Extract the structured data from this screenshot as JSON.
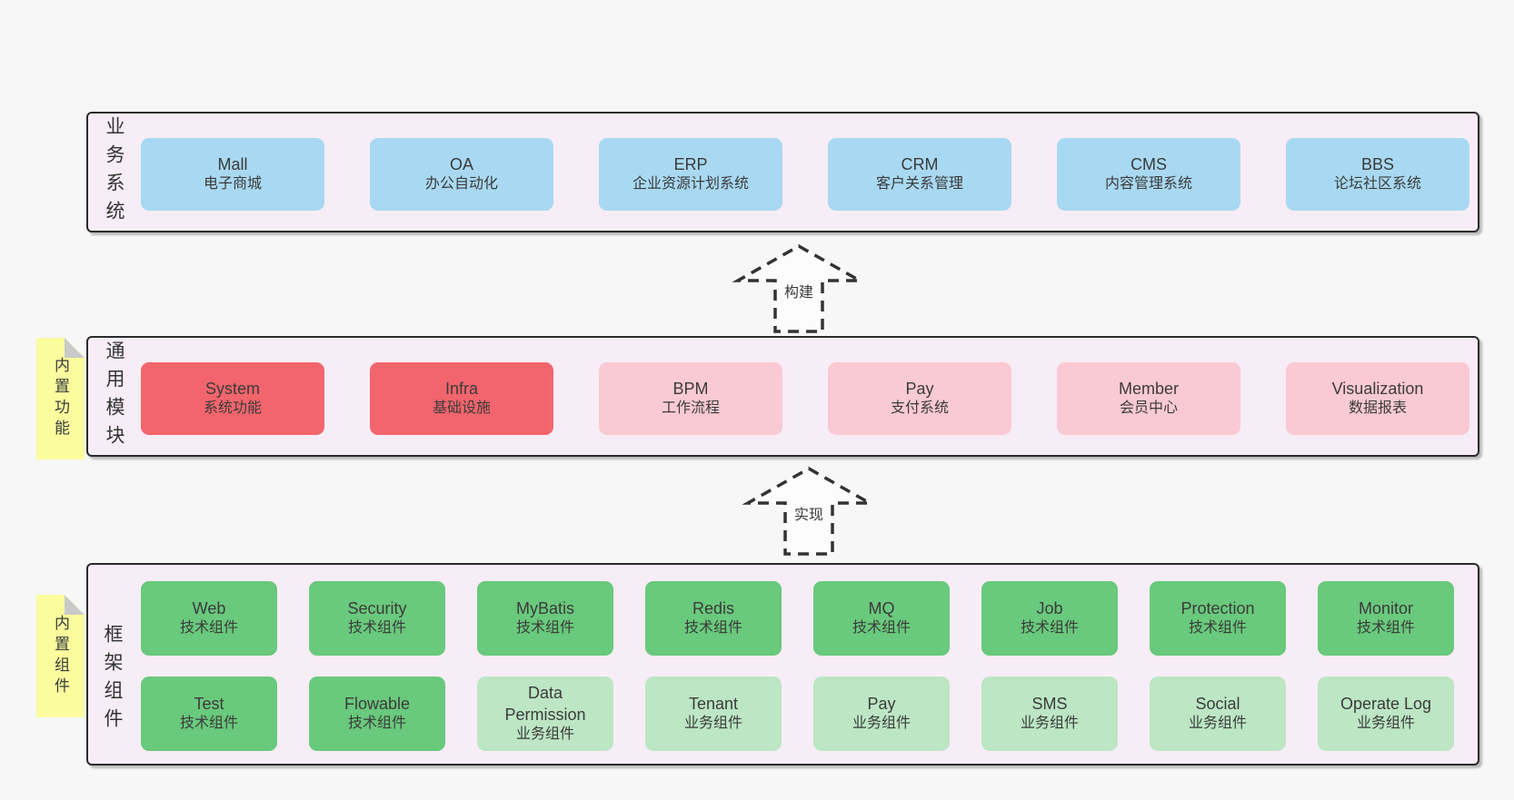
{
  "palette": {
    "background": "#f7f7f7",
    "panel_bg": "#f7edf6",
    "panel_border": "#2b2b2b",
    "blue": "#a9d9f2",
    "red": "#f3656c",
    "pink": "#facad4",
    "green": "#69c97c",
    "light_green": "#bce6c4",
    "tab_yellow": "#fafc9e",
    "fold_gray": "#c9c9c9",
    "text": "#3b3b3b"
  },
  "arrows": [
    {
      "label": "构建"
    },
    {
      "label": "实现"
    }
  ],
  "rows": [
    {
      "side_label": "业务系统",
      "boxes": [
        {
          "en": "Mall",
          "zh": "电子商城",
          "variant": "blue"
        },
        {
          "en": "OA",
          "zh": "办公自动化",
          "variant": "blue"
        },
        {
          "en": "ERP",
          "zh": "企业资源计划系统",
          "variant": "blue"
        },
        {
          "en": "CRM",
          "zh": "客户关系管理",
          "variant": "blue"
        },
        {
          "en": "CMS",
          "zh": "内容管理系统",
          "variant": "blue"
        },
        {
          "en": "BBS",
          "zh": "论坛社区系统",
          "variant": "blue"
        }
      ]
    },
    {
      "side_label": "通用模块",
      "tab": "内置功能",
      "boxes": [
        {
          "en": "System",
          "zh": "系统功能",
          "variant": "red"
        },
        {
          "en": "Infra",
          "zh": "基础设施",
          "variant": "red"
        },
        {
          "en": "BPM",
          "zh": "工作流程",
          "variant": "pink"
        },
        {
          "en": "Pay",
          "zh": "支付系统",
          "variant": "pink"
        },
        {
          "en": "Member",
          "zh": "会员中心",
          "variant": "pink"
        },
        {
          "en": "Visualization",
          "zh": "数据报表",
          "variant": "pink"
        }
      ]
    },
    {
      "side_label": "框架组件",
      "tab": "内置组件",
      "row1": [
        {
          "en": "Web",
          "zh": "技术组件",
          "variant": "green"
        },
        {
          "en": "Security",
          "zh": "技术组件",
          "variant": "green"
        },
        {
          "en": "MyBatis",
          "zh": "技术组件",
          "variant": "green"
        },
        {
          "en": "Redis",
          "zh": "技术组件",
          "variant": "green"
        },
        {
          "en": "MQ",
          "zh": "技术组件",
          "variant": "green"
        },
        {
          "en": "Job",
          "zh": "技术组件",
          "variant": "green"
        },
        {
          "en": "Protection",
          "zh": "技术组件",
          "variant": "green"
        },
        {
          "en": "Monitor",
          "zh": "技术组件",
          "variant": "green"
        }
      ],
      "row2": [
        {
          "en": "Test",
          "zh": "技术组件",
          "variant": "green"
        },
        {
          "en": "Flowable",
          "zh": "技术组件",
          "variant": "green"
        },
        {
          "en": "Data Permission",
          "zh": "业务组件",
          "variant": "light_green"
        },
        {
          "en": "Tenant",
          "zh": "业务组件",
          "variant": "light_green"
        },
        {
          "en": "Pay",
          "zh": "业务组件",
          "variant": "light_green"
        },
        {
          "en": "SMS",
          "zh": "业务组件",
          "variant": "light_green"
        },
        {
          "en": "Social",
          "zh": "业务组件",
          "variant": "light_green"
        },
        {
          "en": "Operate Log",
          "zh": "业务组件",
          "variant": "light_green"
        }
      ]
    }
  ]
}
